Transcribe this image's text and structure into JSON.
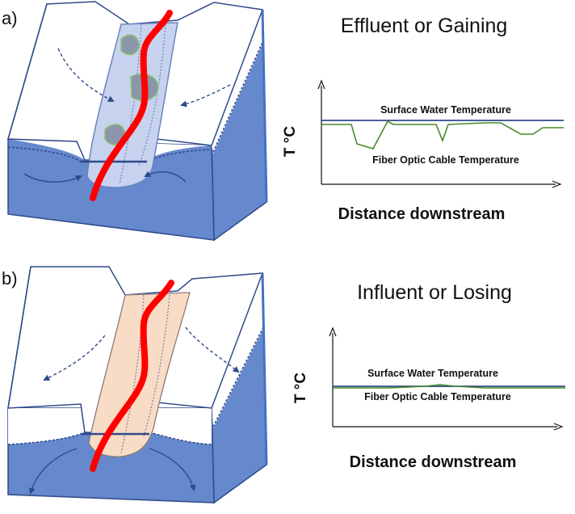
{
  "panels": [
    {
      "label": "a)",
      "title": "Effluent or Gaining",
      "y_axis_label": "T °C",
      "x_axis_label": "Distance downstream",
      "surface_line_label": "Surface Water Temperature",
      "cable_line_label": "Fiber Optic Cable Temperature",
      "colors": {
        "stream": "#c7d3ee",
        "groundwater": "#6688cc",
        "cable": "#ff0000",
        "cable_trace": "#4a8a2a",
        "surface_trace": "#2f4a8a"
      }
    },
    {
      "label": "b)",
      "title": "Influent or Losing",
      "y_axis_label": "T °C",
      "x_axis_label": "Distance downstream",
      "surface_line_label": "Surface Water Temperature",
      "cable_line_label": "Fiber Optic Cable Temperature",
      "colors": {
        "stream": "#f9dcc6",
        "groundwater": "#6688cc",
        "cable": "#ff0000",
        "cable_trace": "#4a8a2a",
        "surface_trace": "#2f4a8a"
      }
    }
  ]
}
